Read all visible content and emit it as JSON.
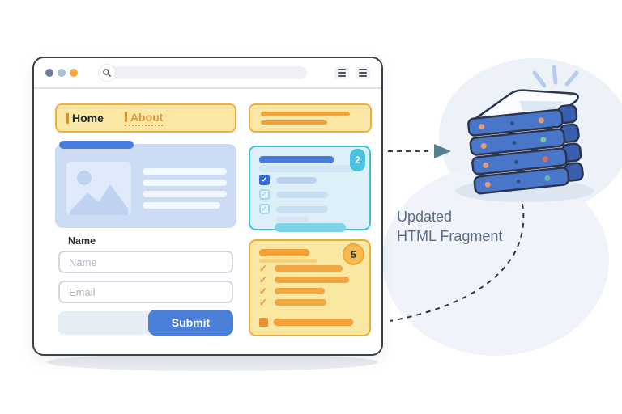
{
  "diagram": {
    "caption_line1": "Updated",
    "caption_line2": "HTML Fragment"
  },
  "browser": {
    "nav": {
      "home_label": "Home",
      "about_label": "About"
    },
    "form": {
      "name_label": "Name",
      "name_placeholder": "Name",
      "email_placeholder": "Email",
      "submit_label": "Submit"
    },
    "fragments": {
      "checklist_badge": "2",
      "tasklist_badge": "5"
    }
  },
  "icons": {
    "check": "✓"
  },
  "colors": {
    "accent_yellow_bg": "#fbe8a6",
    "accent_yellow_border": "#efb23f",
    "accent_orange_bar": "#f0a138",
    "accent_blue": "#4a7de0",
    "submit_blue": "#4a80da",
    "teal_border": "#3fc0de",
    "teal_badge": "#4ac2e0",
    "server_blue": "#4a76ca",
    "caption_text": "#5d6b85"
  }
}
